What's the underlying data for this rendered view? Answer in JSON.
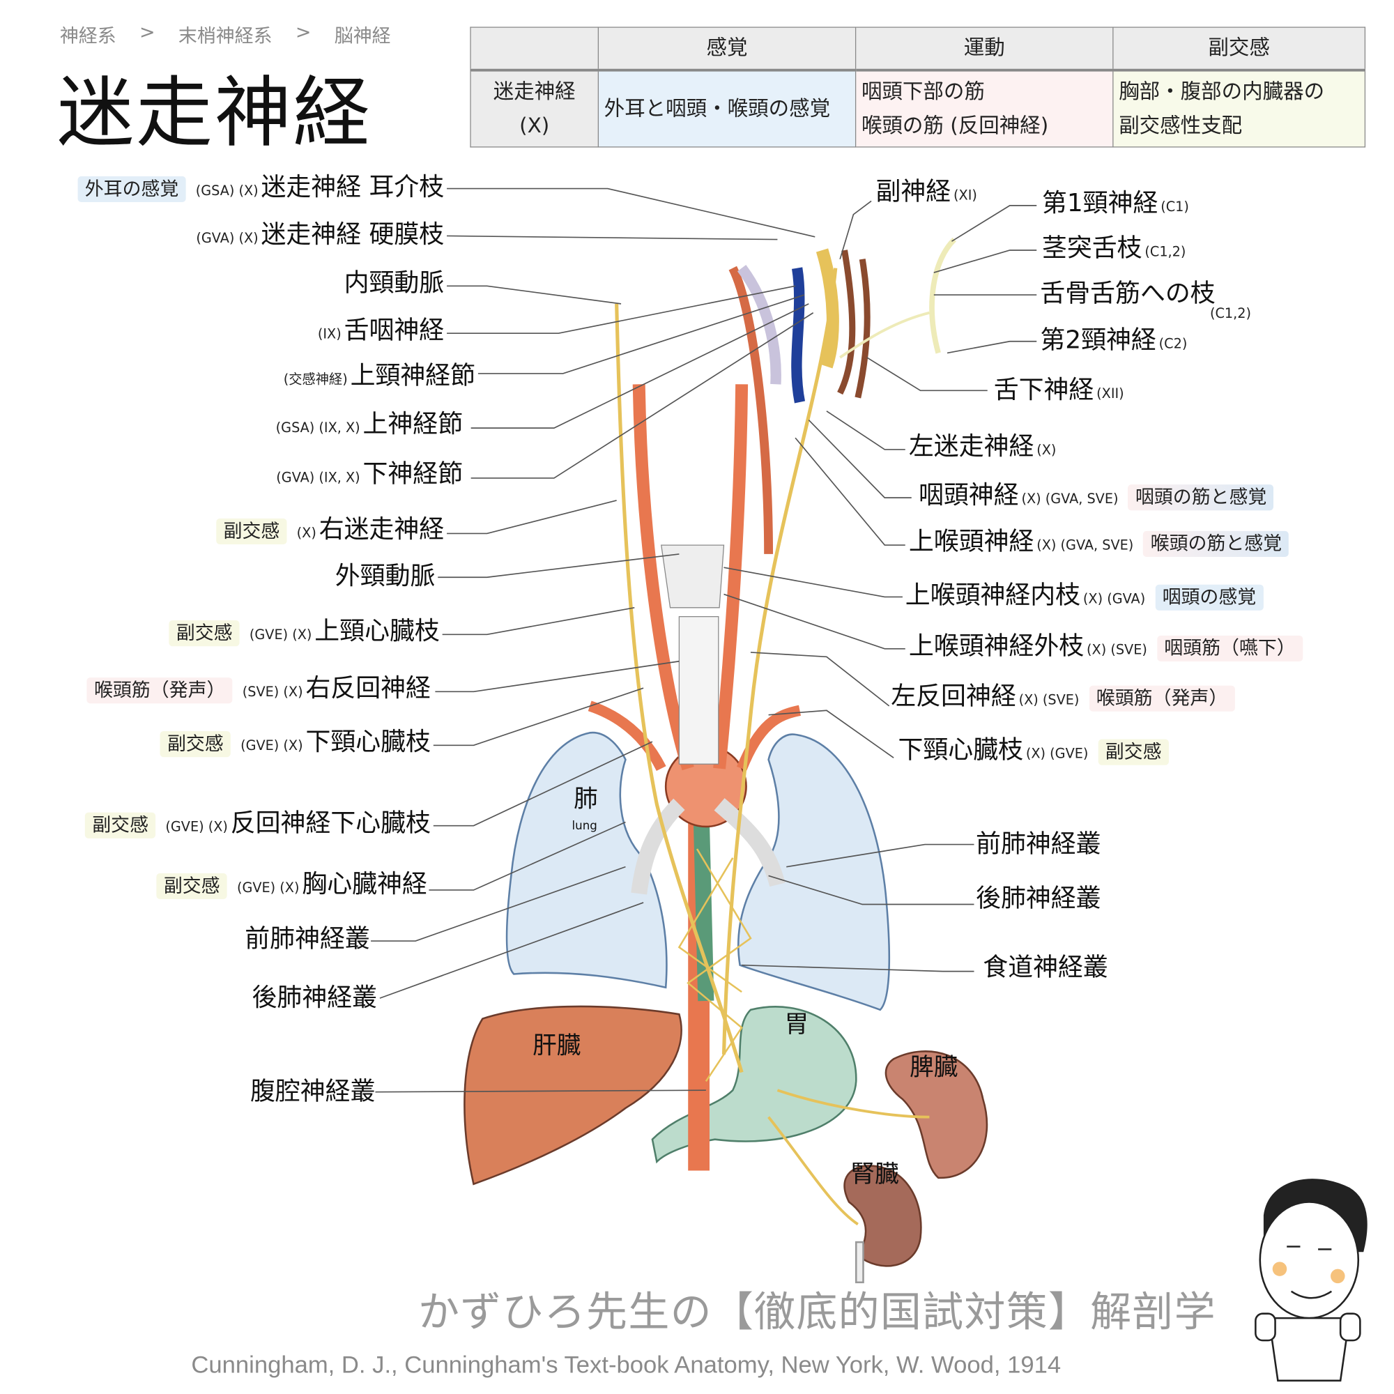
{
  "breadcrumb": {
    "items": [
      "神経系",
      "末梢神経系",
      "脳神経"
    ],
    "separator": ">"
  },
  "title": "迷走神経",
  "table": {
    "headers": [
      "",
      "感覚",
      "運動",
      "副交感"
    ],
    "row": {
      "name": "迷走神経",
      "numeral": "(X)",
      "sensory": "外耳と咽頭・喉頭の感覚",
      "motor": [
        "咽頭下部の筋",
        "喉頭の筋 (反回神経)"
      ],
      "parasympathetic": [
        "胸部・腹部の内臓器の",
        "副交感性支配"
      ]
    }
  },
  "left_labels": [
    {
      "tag": "外耳の感覚",
      "tag_color": "blue",
      "codes": "(GSA) (X)",
      "name": "迷走神経 耳介枝"
    },
    {
      "codes": "(GVA) (X)",
      "name": "迷走神経 硬膜枝"
    },
    {
      "name": "内頸動脈"
    },
    {
      "codes": "(IX)",
      "name": "舌咽神経"
    },
    {
      "codes": "(交感神経)",
      "name": "上頸神経節"
    },
    {
      "codes": "(GSA)  (IX, X)",
      "name": "上神経節"
    },
    {
      "codes": "(GVA) (IX, X)",
      "name": "下神経節"
    },
    {
      "tag": "副交感",
      "tag_color": "yellow",
      "codes": "(X)",
      "name": "右迷走神経"
    },
    {
      "name": "外頸動脈"
    },
    {
      "tag": "副交感",
      "tag_color": "yellow",
      "codes": "(GVE) (X)",
      "name": "上頸心臓枝"
    },
    {
      "tag": "喉頭筋（発声）",
      "tag_color": "pink",
      "codes": "(SVE) (X)",
      "name": "右反回神経"
    },
    {
      "tag": "副交感",
      "tag_color": "yellow",
      "codes": "(GVE) (X)",
      "name": "下頸心臓枝"
    },
    {
      "tag": "副交感",
      "tag_color": "yellow",
      "codes": "(GVE) (X)",
      "name": "反回神経下心臓枝"
    },
    {
      "tag": "副交感",
      "tag_color": "yellow",
      "codes": "(GVE) (X)",
      "name": "胸心臓神経"
    },
    {
      "name": "前肺神経叢"
    },
    {
      "name": "後肺神経叢"
    },
    {
      "name": "腹腔神経叢"
    }
  ],
  "right_labels": [
    {
      "name": "副神経",
      "codes": "(XI)"
    },
    {
      "name": "第1頸神経",
      "codes": "(C1)"
    },
    {
      "name": "茎突舌枝",
      "codes": "(C1,2)"
    },
    {
      "name": "舌骨舌筋への枝",
      "codes": "(C1,2)"
    },
    {
      "name": "第2頸神経",
      "codes": "(C2)"
    },
    {
      "name": "舌下神経",
      "codes": "(XII)"
    },
    {
      "name": "左迷走神経",
      "codes": "(X)"
    },
    {
      "name": "咽頭神経",
      "codes": "(X)  (GVA, SVE)",
      "tag": "咽頭の筋と感覚",
      "tag_color": "mix"
    },
    {
      "name": "上喉頭神経",
      "codes": "(X) (GVA, SVE)",
      "tag": "喉頭の筋と感覚",
      "tag_color": "mix"
    },
    {
      "name": "上喉頭神経内枝",
      "codes": "(X) (GVA)",
      "tag": "咽頭の感覚",
      "tag_color": "blue"
    },
    {
      "name": "上喉頭神経外枝",
      "codes": "(X) (SVE)",
      "tag": "咽頭筋（嚥下）",
      "tag_color": "pink"
    },
    {
      "name": "左反回神経",
      "codes": "(X) (SVE)",
      "tag": "喉頭筋（発声）",
      "tag_color": "pink"
    },
    {
      "name": "下頸心臓枝",
      "codes": "(X) (GVE)",
      "tag": "副交感",
      "tag_color": "yellow"
    },
    {
      "name": "前肺神経叢"
    },
    {
      "name": "後肺神経叢"
    },
    {
      "name": "食道神経叢"
    }
  ],
  "organs": {
    "lung": "肺",
    "lung_en": "lung",
    "stomach": "胃",
    "liver": "肝臓",
    "spleen": "脾臓",
    "kidney": "腎臓"
  },
  "footer": {
    "series": "かずひろ先生の【徹底的国試対策】解剖学",
    "citation": "Cunningham, D. J., Cunningham's Text-book Anatomy, New York, W. Wood, 1914"
  },
  "colors": {
    "nerve": "#f2d47a",
    "artery": "#e8774f",
    "vein": "#1f3f9a",
    "lung": "#dce9f5",
    "liver": "#d9805a",
    "stomach": "#bcdccc",
    "spleen": "#c98470",
    "kidney": "#a56a5a"
  }
}
